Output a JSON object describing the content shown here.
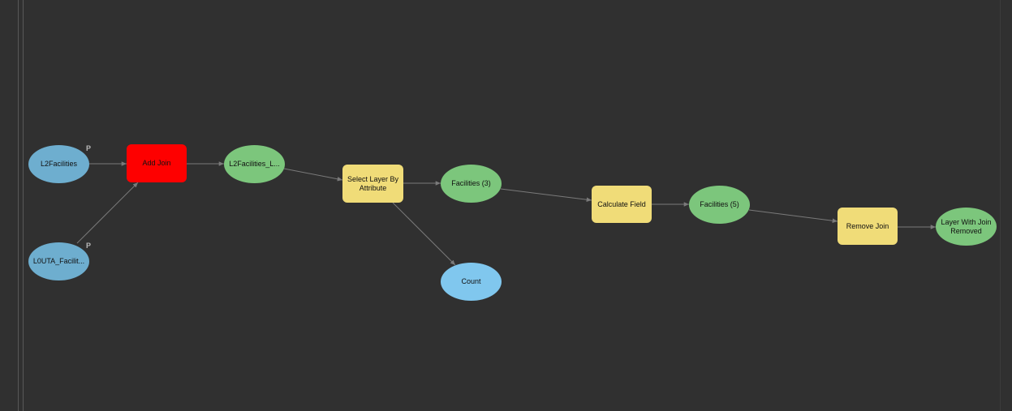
{
  "canvas": {
    "background": "#303030"
  },
  "colors": {
    "input_variable": "#6eaecf",
    "output_variable": "#80c7ee",
    "derived_data": "#7cc67c",
    "tool": "#f0dc78",
    "tool_error": "#fe0000",
    "connector": "#7a7a7a"
  },
  "nodes": {
    "l2facilities": {
      "label": "L2Facilities",
      "param_marker": "P"
    },
    "l0uta_facilities": {
      "label": "L0UTA_Facilit...",
      "param_marker": "P"
    },
    "add_join": {
      "label": "Add Join",
      "status": "error"
    },
    "l2facilities_layer": {
      "label": "L2Facilities_L..."
    },
    "select_layer_by_attribute": {
      "label": "Select Layer By Attribute"
    },
    "facilities_3": {
      "label": "Facilities (3)"
    },
    "count": {
      "label": "Count"
    },
    "calculate_field": {
      "label": "Calculate Field"
    },
    "facilities_5": {
      "label": "Facilities (5)"
    },
    "remove_join": {
      "label": "Remove Join"
    },
    "layer_with_join_removed": {
      "label": "Layer With Join Removed"
    }
  }
}
